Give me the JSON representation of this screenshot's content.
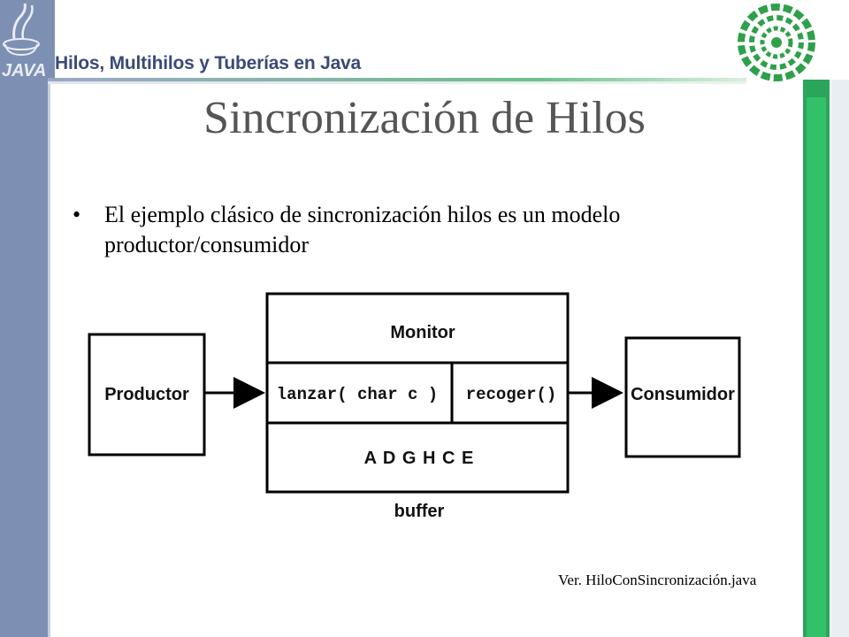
{
  "header": {
    "logo_text": "JAVA",
    "course_title": "Hilos, Multihilos y Tuberías en Java"
  },
  "slide": {
    "title": "Sincronización de Hilos",
    "bullet": "El ejemplo clásico de sincronización hilos es un modelo productor/consumidor"
  },
  "diagram": {
    "producer_label": "Productor",
    "monitor_label": "Monitor",
    "method_put": "lanzar( char c )",
    "method_get": "recoger()",
    "buffer_contents": "A D G H C E",
    "buffer_label": "buffer",
    "consumer_label": "Consumidor"
  },
  "footer": {
    "reference": "Ver. HiloConSincronización.java"
  },
  "colors": {
    "left_bar": "#7d90b3",
    "right_bar": "#2aa55a",
    "header_text": "#3a4a78",
    "title_text": "#555555"
  }
}
